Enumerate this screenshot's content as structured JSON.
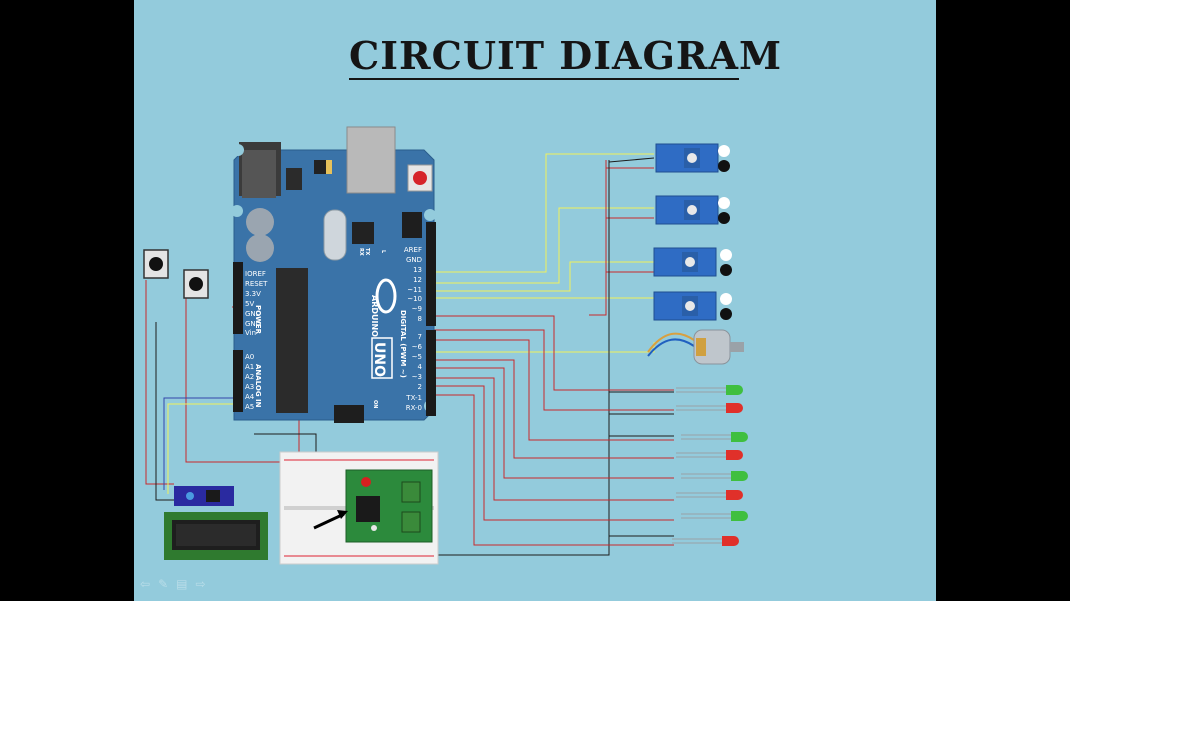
{
  "title": "CIRCUIT DIAGRAM",
  "arduino": {
    "logo_text": "ARDUINO",
    "model": "UNO",
    "on_label": "ON",
    "tx_label": "TX",
    "rx_label": "RX",
    "l_label": "L",
    "power_header": "POWER",
    "analog_header": "ANALOG IN",
    "digital_header": "DIGITAL (PWM ~)",
    "power_pins": [
      "IOREF",
      "RESET",
      "3.3V",
      "5V",
      "GND",
      "GND",
      "Vin"
    ],
    "analog_pins": [
      "A0",
      "A1",
      "A2",
      "A3",
      "A4",
      "A5"
    ],
    "digital_pins_top": [
      "AREF",
      "GND",
      "13",
      "12",
      "~11",
      "~10",
      "~9",
      "8"
    ],
    "digital_pins_bottom": [
      "7",
      "~6",
      "~5",
      "4",
      "~3",
      "2",
      "TX-1",
      "RX-0"
    ]
  },
  "components": {
    "ir_sensor_count": 4,
    "led_colors": [
      "green",
      "red",
      "green",
      "red",
      "green",
      "red",
      "green",
      "red"
    ],
    "colors": {
      "background": "#93cbdc",
      "board": "#3a73a8",
      "signal_wire": "#f0f060",
      "power_wire": "#c0282c",
      "ground_wire": "#1a1a1a",
      "led_green": "#3fbf3f",
      "led_red": "#e0302a"
    }
  },
  "toolbar_icons": [
    "back-arrow-icon",
    "pen-icon",
    "slides-icon",
    "forward-icon"
  ]
}
